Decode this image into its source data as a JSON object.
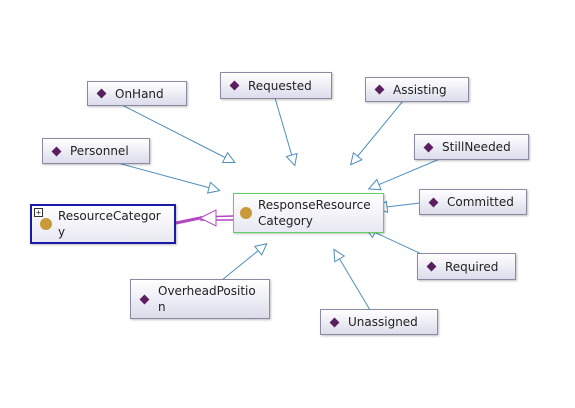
{
  "diagram": {
    "center": {
      "label": "ResponseResource\nCategory",
      "icon": "class-dot-icon"
    },
    "parent": {
      "label": "ResourceCategor\ny",
      "icon": "class-dot-icon",
      "expand_symbol": "+"
    },
    "individuals": [
      {
        "key": "onhand",
        "label": "OnHand",
        "icon": "individual-diamond-icon"
      },
      {
        "key": "requested",
        "label": "Requested",
        "icon": "individual-diamond-icon"
      },
      {
        "key": "assisting",
        "label": "Assisting",
        "icon": "individual-diamond-icon"
      },
      {
        "key": "personnel",
        "label": "Personnel",
        "icon": "individual-diamond-icon"
      },
      {
        "key": "stillneeded",
        "label": "StillNeeded",
        "icon": "individual-diamond-icon"
      },
      {
        "key": "committed",
        "label": "Committed",
        "icon": "individual-diamond-icon"
      },
      {
        "key": "required",
        "label": "Required",
        "icon": "individual-diamond-icon"
      },
      {
        "key": "overheadposition",
        "label": "OverheadPositio\nn",
        "icon": "individual-diamond-icon"
      },
      {
        "key": "unassigned",
        "label": "Unassigned",
        "icon": "individual-diamond-icon"
      }
    ],
    "colors": {
      "edge": "#4f8fbf",
      "parent_edge": "#b347c0",
      "selected_border": "#1b1baa",
      "center_border": "#5fcf5f",
      "class_dot": "#c9993a",
      "individual_diamond": "#5b1f5f"
    }
  }
}
